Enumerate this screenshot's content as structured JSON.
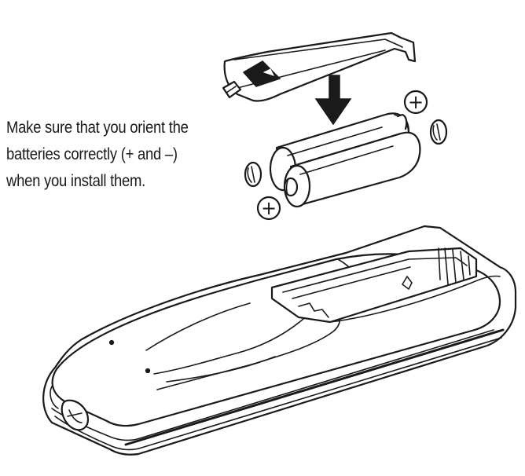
{
  "instruction": {
    "line1": "Make sure that you orient the",
    "line2": "batteries correctly (+ and –)",
    "line3": "when you install them."
  },
  "polarity": {
    "plus": "+",
    "minus": "–"
  },
  "icons": {
    "cover": "battery-cover-icon",
    "arrow": "down-arrow-icon",
    "batteries": "aa-battery-pair-icon",
    "remote": "remote-control-icon"
  },
  "colors": {
    "ink": "#1a1a1a",
    "background": "#ffffff"
  }
}
